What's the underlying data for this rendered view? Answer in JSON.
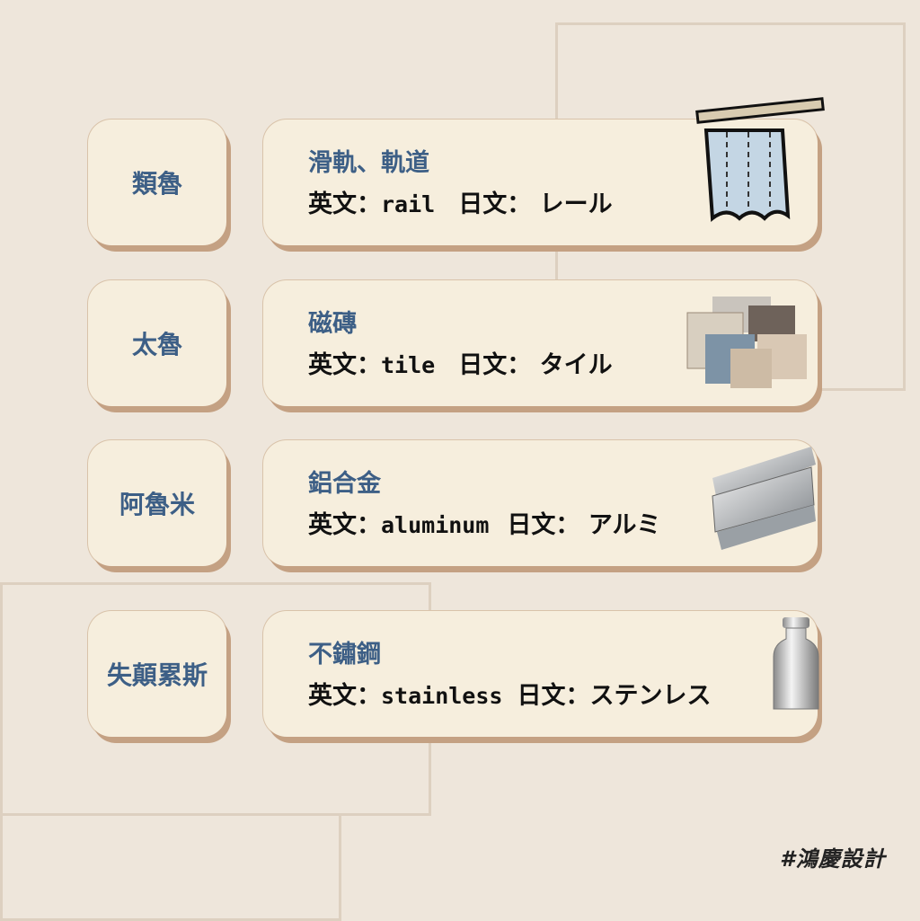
{
  "items": [
    {
      "term": "類魯",
      "title": "滑軌、軌道",
      "en_label": "英文：",
      "en": "rail",
      "jp_label": "日文：",
      "jp": "レール",
      "icon": "curtain-rail-icon"
    },
    {
      "term": "太魯",
      "title": "磁磚",
      "en_label": "英文：",
      "en": "tile",
      "jp_label": "日文：",
      "jp": "タイル",
      "icon": "tiles-icon"
    },
    {
      "term": "阿魯米",
      "title": "鋁合金",
      "en_label": "英文：",
      "en": "aluminum",
      "jp_label": "日文：",
      "jp": "アルミ",
      "icon": "aluminum-profile-icon"
    },
    {
      "term": "失顛累斯",
      "title": "不鏽鋼",
      "en_label": "英文：",
      "en": "stainless",
      "jp_label": "日文：",
      "jp": "ステンレス",
      "icon": "milk-can-icon"
    }
  ],
  "signature": "#鴻慶設計"
}
